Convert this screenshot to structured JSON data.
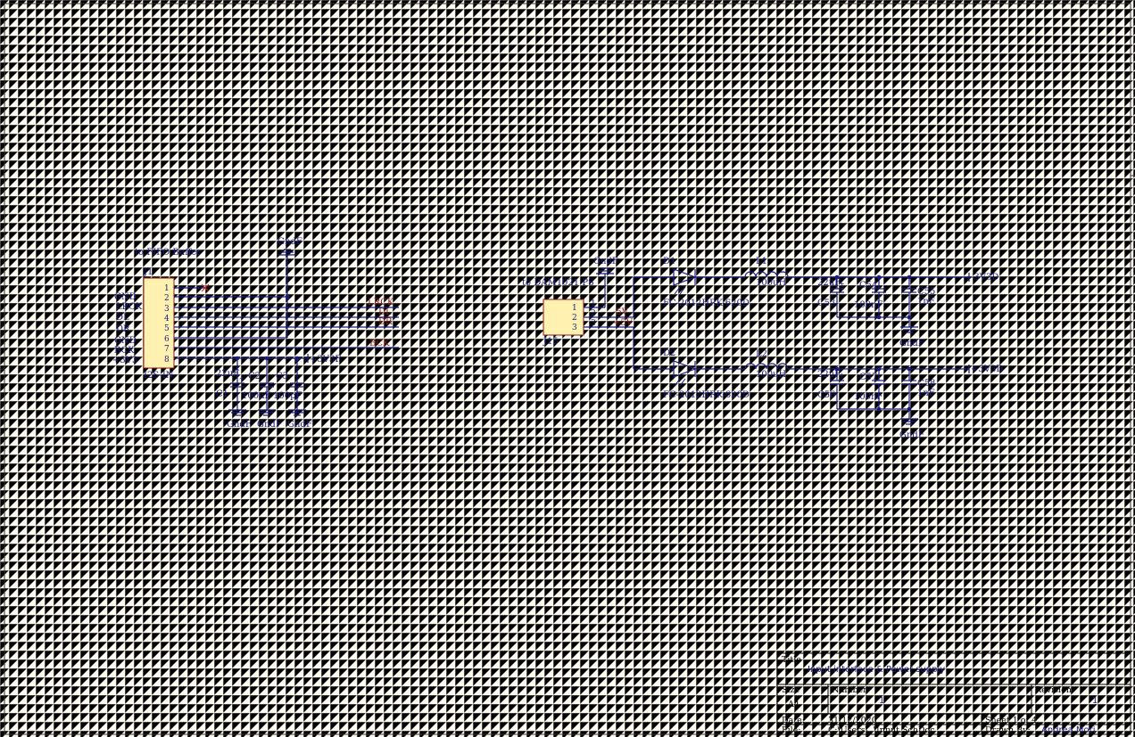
{
  "title_block": {
    "title_caption": "Title",
    "title": "Input interface & Power supply",
    "size_caption": "Size",
    "size": "A4",
    "number_caption": "Number",
    "number": "1",
    "revision_caption": "Revision",
    "revision": "1",
    "date_caption": "Date:",
    "date": "31/12/2020",
    "sheet": "Sheet 1 of 4",
    "file_caption": "File:",
    "file": "C:\\Users\\..\\Input.SchDoc",
    "drawn_caption": "Drawn By:",
    "drawn_by": "Andrea Mori"
  },
  "j1": {
    "ref": "J1",
    "value": "I2S-IN",
    "caption": "to FIFO Buffer",
    "pins": [
      "1",
      "2",
      "3",
      "4",
      "5",
      "6",
      "7",
      "8"
    ],
    "side_labels": [
      "GND",
      "LRCK",
      "DL",
      "DR",
      "GND",
      "BCK",
      "+3V3"
    ]
  },
  "j1_nets": {
    "lrck": "LRCK",
    "dl": "DL",
    "dr": "DR",
    "bck": "BCK",
    "v33f": "+3V3F",
    "gnd": "GndF"
  },
  "j1_caps": [
    {
      "ref": "C1",
      "value": "22uF",
      "gnd": "GndF"
    },
    {
      "ref": "C2",
      "value": "100nF",
      "gnd": "GndF"
    },
    {
      "ref": "C3",
      "value": "100pF",
      "gnd": "GndF"
    }
  ],
  "j15": {
    "ref": "J15",
    "caption": "to DAM1021 PS",
    "pins": [
      "1",
      "2",
      "3"
    ],
    "inner_pins": [
      "1",
      "2",
      "3"
    ],
    "net_neg": "-5V",
    "net_pos": "+5V",
    "gnd": "GndF"
  },
  "top_rail": {
    "diode_ref": "D1",
    "diode_value": "FC-2012HRK-620D",
    "inductor_ref": "L1",
    "inductor_value": "100uH",
    "caps": [
      {
        "ref": "C53",
        "value": "22uF"
      },
      {
        "ref": "C54",
        "value": "100nF"
      },
      {
        "ref": "C55",
        "value": "1nF"
      }
    ],
    "port": "-3V3D",
    "gnd": "GndF"
  },
  "bottom_rail": {
    "diode_ref": "D2",
    "diode_value": "FC-2012HRK-620D",
    "inductor_ref": "L2",
    "inductor_value": "100uH",
    "caps": [
      {
        "ref": "C56",
        "value": "22uF"
      },
      {
        "ref": "C57",
        "value": "100nF"
      },
      {
        "ref": "C58",
        "value": "1nF"
      }
    ],
    "port": "+3V3D",
    "gnd": "GndF"
  },
  "colors": {
    "background": "#fdfbf1",
    "wire": "#1a1a80",
    "net_label": "#8b1a1a",
    "component_fill": "#fff2b0"
  }
}
